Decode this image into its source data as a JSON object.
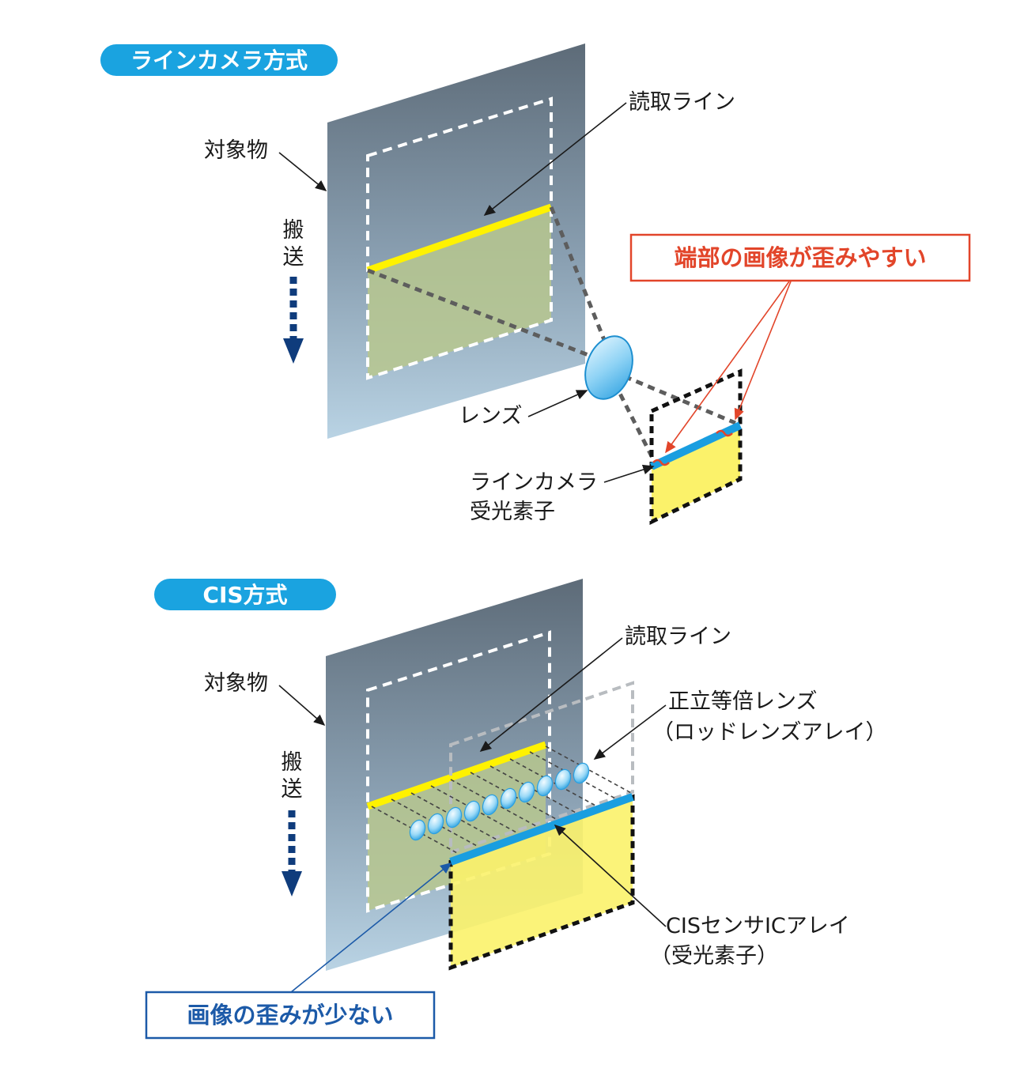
{
  "top": {
    "badge": "ラインカメラ方式",
    "label_object": "対象物",
    "label_transport_1": "搬",
    "label_transport_2": "送",
    "label_read_line": "読取ライン",
    "label_lens": "レンズ",
    "label_sensor_1": "ラインカメラ",
    "label_sensor_2": "受光素子",
    "callout": "端部の画像が歪みやすい"
  },
  "bottom": {
    "badge": "CIS方式",
    "label_object": "対象物",
    "label_transport_1": "搬",
    "label_transport_2": "送",
    "label_read_line": "読取ライン",
    "label_lens_1": "正立等倍レンズ",
    "label_lens_2": "（ロッドレンズアレイ）",
    "label_sensor_1": "CISセンサICアレイ",
    "label_sensor_2": "（受光素子）",
    "callout": "画像の歪みが少ない"
  },
  "colors": {
    "badge": "#1aa3e0",
    "read_line": "#fff200",
    "sensor_line": "#1a9ee0",
    "sensor_fill": "#fbf26a",
    "red_accent": "#e2452a",
    "blue_accent": "#1c5aa8",
    "arrow_navy": "#0f3c7c"
  }
}
